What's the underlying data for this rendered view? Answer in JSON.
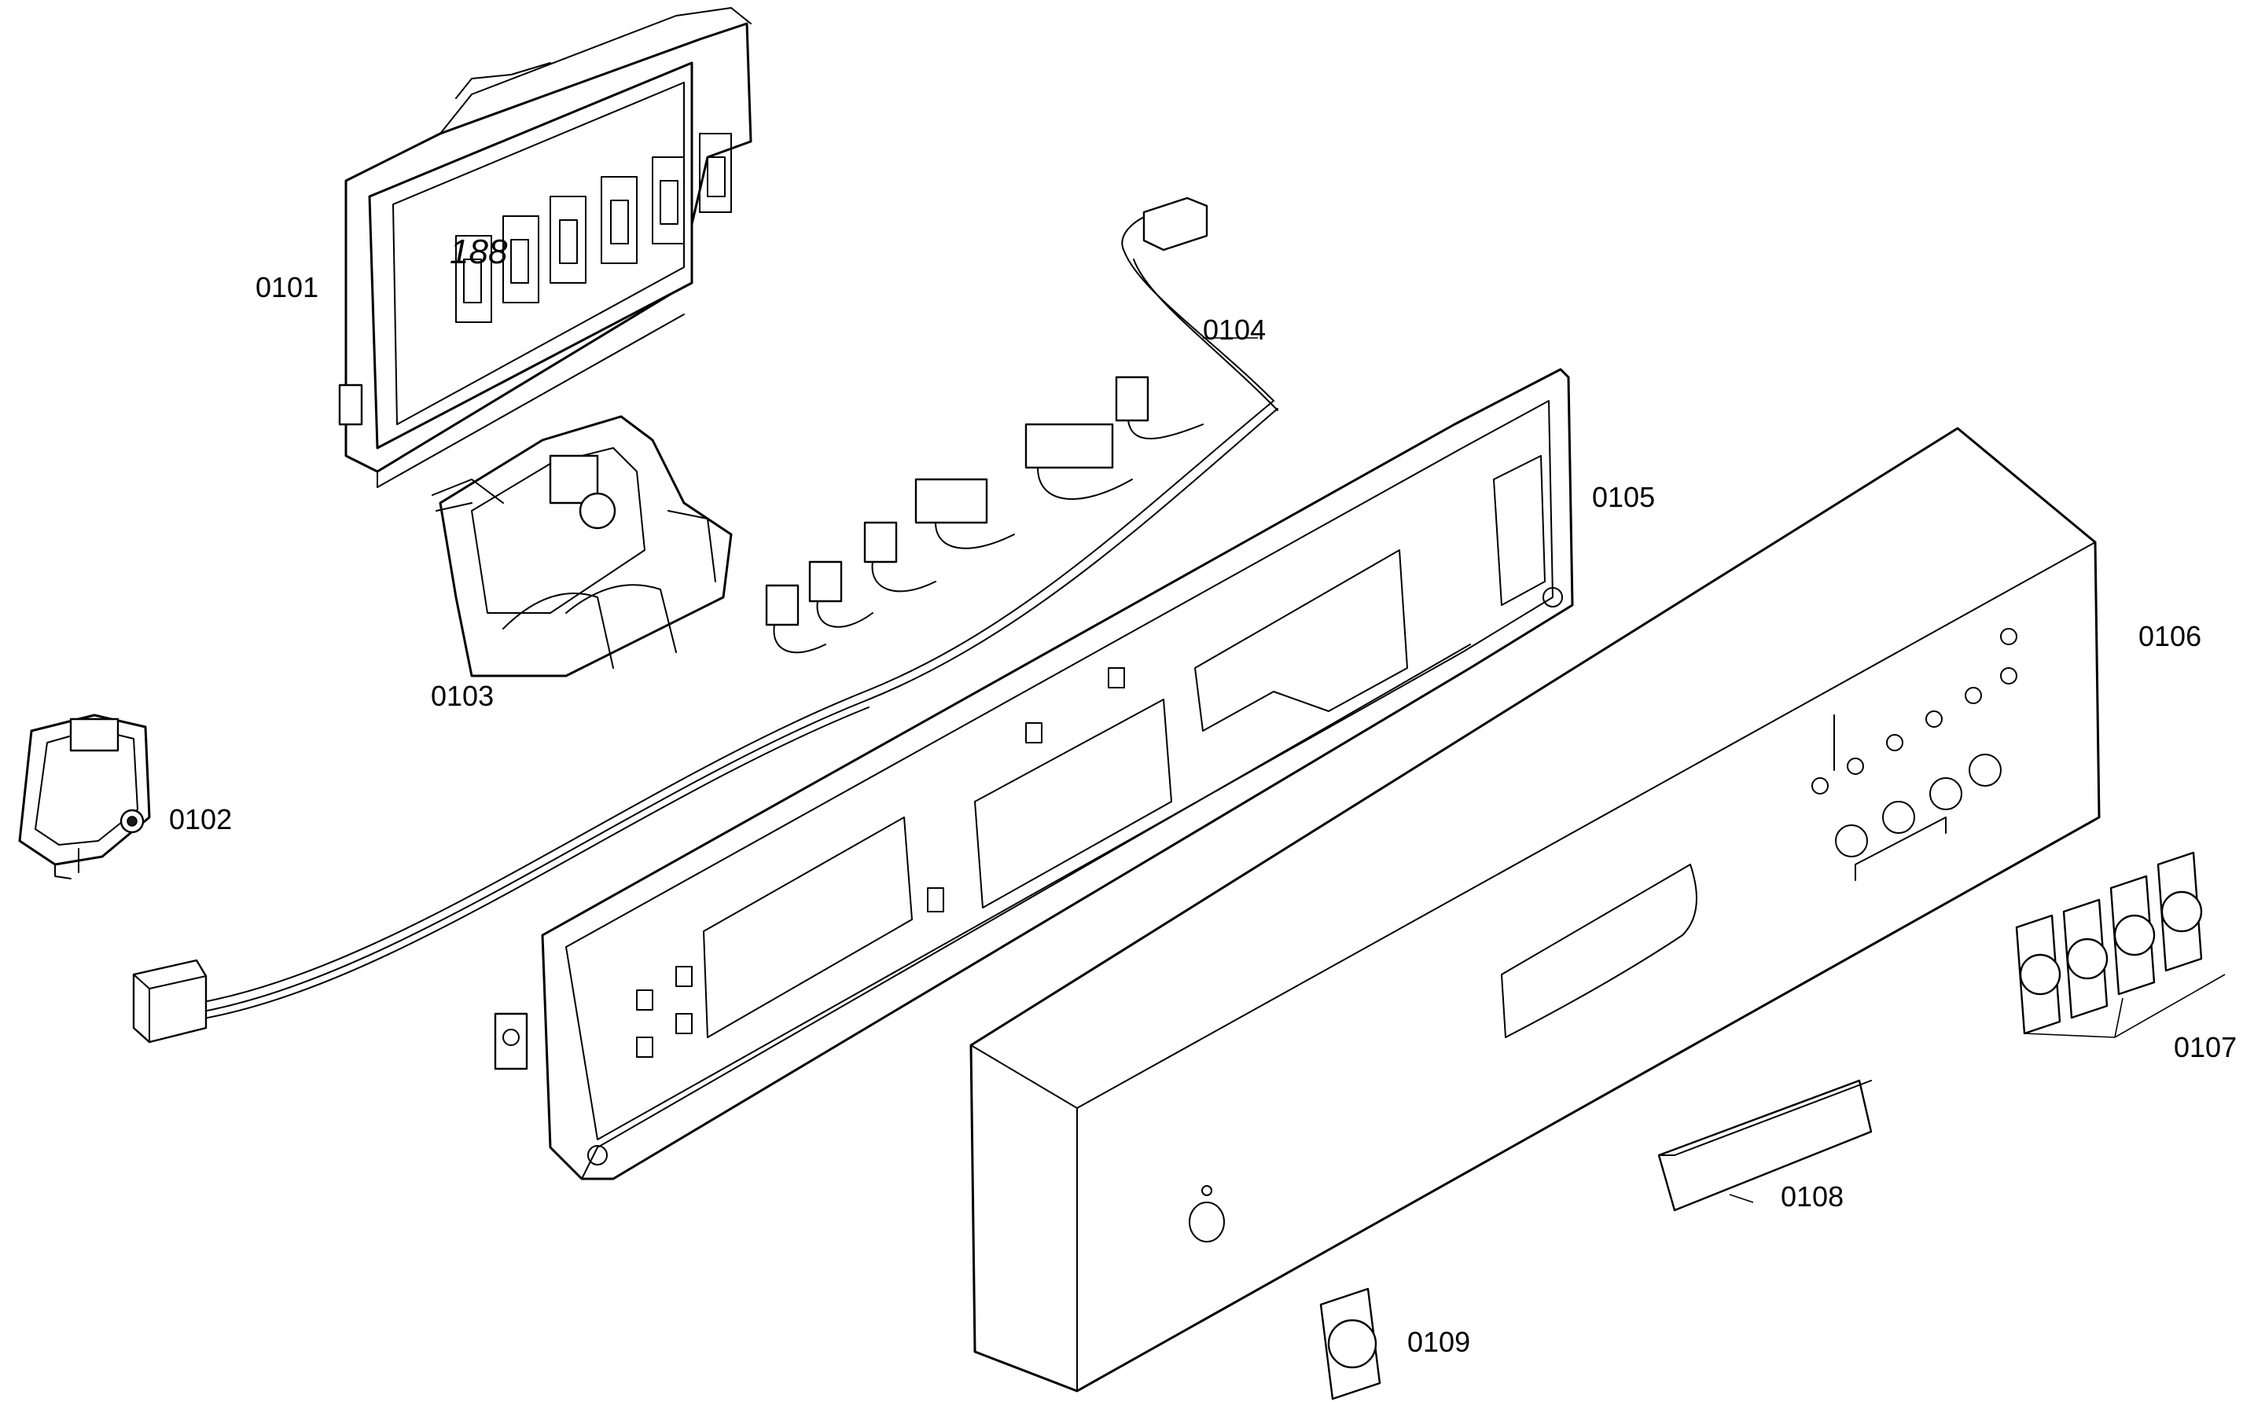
{
  "diagram": {
    "callouts": [
      {
        "id": "0101",
        "label": "0101"
      },
      {
        "id": "0102",
        "label": "0102"
      },
      {
        "id": "0103",
        "label": "0103"
      },
      {
        "id": "0104",
        "label": "0104"
      },
      {
        "id": "0105",
        "label": "0105"
      },
      {
        "id": "0106",
        "label": "0106"
      },
      {
        "id": "0107",
        "label": "0107"
      },
      {
        "id": "0108",
        "label": "0108"
      },
      {
        "id": "0109",
        "label": "0109"
      }
    ],
    "colors": {
      "line": "#000000",
      "background": "#ffffff"
    }
  }
}
